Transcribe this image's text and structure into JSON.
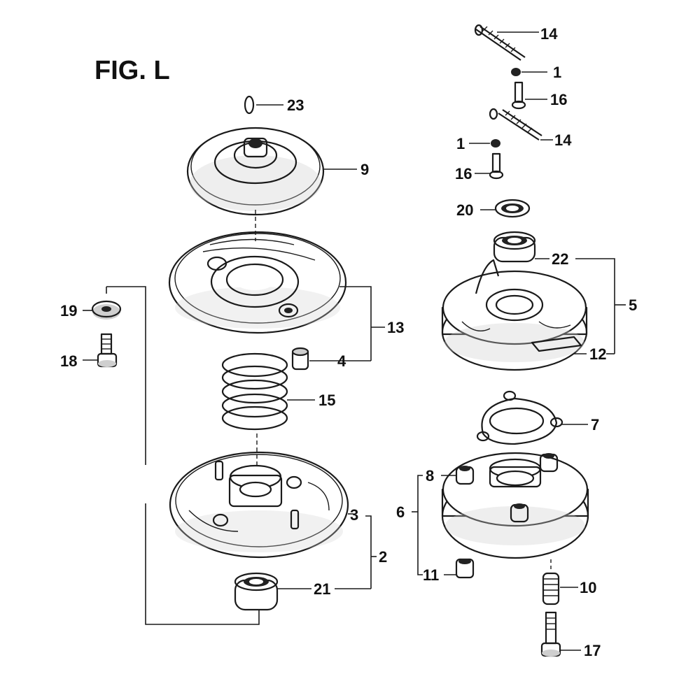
{
  "figure": {
    "title": "FIG. L"
  },
  "callouts": {
    "p14a": "14",
    "p1a": "1",
    "p16a": "16",
    "p1b": "1",
    "p14b": "14",
    "p16b": "16",
    "p20": "20",
    "p22": "22",
    "p5": "5",
    "p12": "12",
    "p7": "7",
    "p8": "8",
    "p6": "6",
    "p11": "11",
    "p10": "10",
    "p17": "17",
    "p23": "23",
    "p9": "9",
    "p13": "13",
    "p4": "4",
    "p15": "15",
    "p3": "3",
    "p2": "2",
    "p21": "21",
    "p19": "19",
    "p18": "18"
  }
}
